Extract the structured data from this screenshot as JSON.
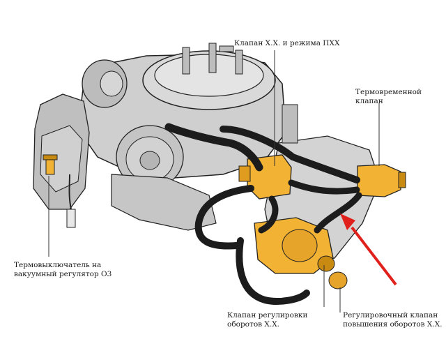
{
  "labels": {
    "idle_valve": "Клапан Х.Х. и режима ПХХ",
    "thermo_valve_line1": "Термовременной",
    "thermo_valve_line2": "клапан",
    "thermo_switch_line1": "Термовыключатель на",
    "thermo_switch_line2": "вакуумный регулятор О3",
    "idle_adjust_line1": "Клапан регулировки",
    "idle_adjust_line2": "оборотов Х.Х.",
    "idle_raise_line1": "Регулировочный клапан",
    "idle_raise_line2": "повышения оборотов Х.Х."
  },
  "colors": {
    "highlight": "#f2b233",
    "highlight_dark": "#c98a12",
    "body_gray": "#c9c9c9",
    "hose": "#1c1c1c",
    "arrow": "#e0201b",
    "leader": "#333333"
  }
}
